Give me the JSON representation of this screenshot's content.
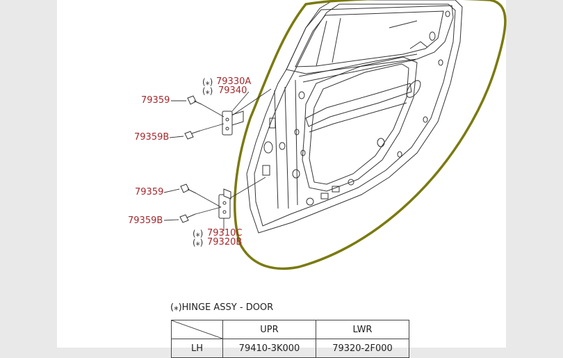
{
  "parts": {
    "hinge_upper": {
      "marker": "(⁎)",
      "part_no_a": "79330A",
      "part_no_b": "79340"
    },
    "bolt_upper_a": "79359",
    "bolt_upper_b": "79359B",
    "bolt_lower_a": "79359",
    "bolt_lower_b": "79359B",
    "hinge_lower": {
      "marker": "(⁎)",
      "part_no_a": "79310C",
      "part_no_b": "79320B"
    }
  },
  "table": {
    "title": "(⁎)HINGE ASSY - DOOR",
    "columns": [
      "UPR",
      "LWR"
    ],
    "rows": [
      {
        "label": "LH",
        "upr": "79410-3K000",
        "lwr": "79320-2F000"
      }
    ]
  },
  "colors": {
    "callout_text": "#a5282d",
    "highlight_outline": "#7a7a10",
    "line_art": "#333333"
  }
}
